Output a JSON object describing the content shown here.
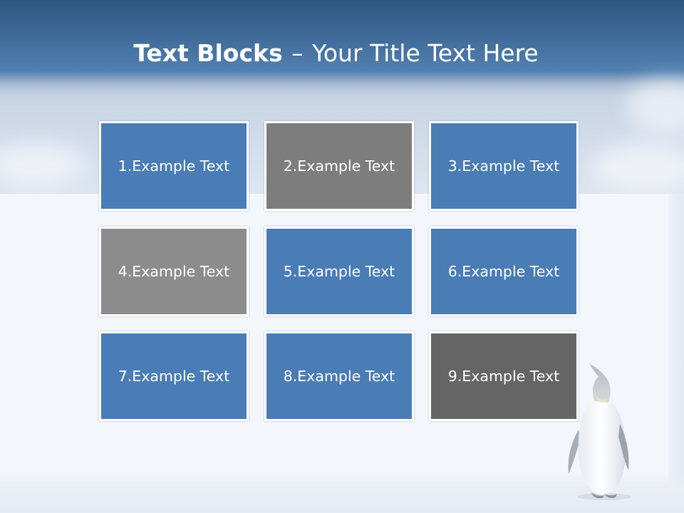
{
  "title": {
    "bold": "Text Blocks",
    "dash": "–",
    "rest": "Your Title Text Here"
  },
  "colors": {
    "blue": "#4a7cb5",
    "gray_dark": "#7d7d7d",
    "gray_light": "#8c8c8c",
    "charcoal": "#656565",
    "title_text": "#ffffff"
  },
  "blocks": [
    {
      "label": "1.Example Text",
      "color": "#4a7cb5"
    },
    {
      "label": "2.Example Text",
      "color": "#7d7d7d"
    },
    {
      "label": "3.Example Text",
      "color": "#4a7cb5"
    },
    {
      "label": "4.Example Text",
      "color": "#8c8c8c"
    },
    {
      "label": "5.Example Text",
      "color": "#4a7cb5"
    },
    {
      "label": "6.Example Text",
      "color": "#4a7cb5"
    },
    {
      "label": "7.Example Text",
      "color": "#4a7cb5"
    },
    {
      "label": "8.Example Text",
      "color": "#4a7cb5"
    },
    {
      "label": "9.Example Text",
      "color": "#656565"
    }
  ]
}
